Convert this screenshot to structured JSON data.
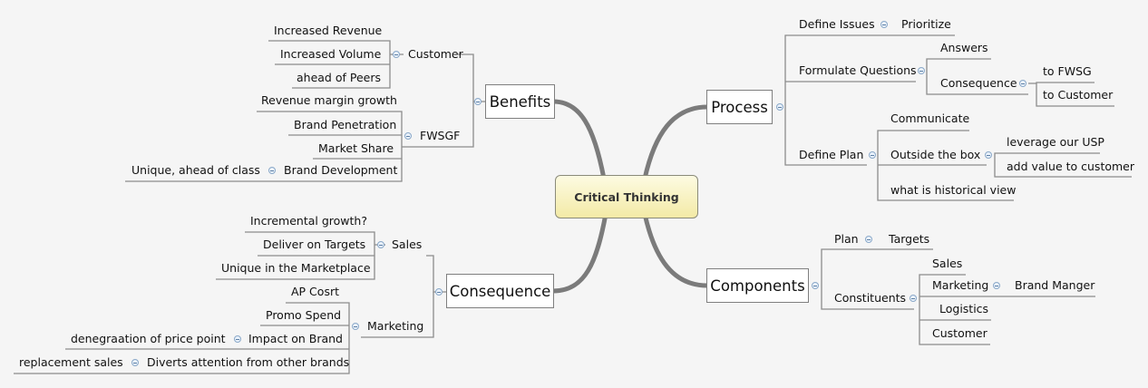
{
  "center": "Critical Thinking",
  "benefits": {
    "label": "Benefits",
    "customer": {
      "label": "Customer",
      "items": [
        "Increased Revenue",
        "Increased Volume",
        "ahead of Peers"
      ]
    },
    "fwsgf": {
      "label": "FWSGF",
      "items": [
        "Revenue margin growth",
        "Brand Penetration",
        "Market Share"
      ],
      "brand_development": {
        "label": "Brand Development",
        "items": [
          "Unique, ahead of class"
        ]
      }
    }
  },
  "consequence": {
    "label": "Consequence",
    "sales": {
      "label": "Sales",
      "items": [
        "Incremental growth?",
        "Deliver on Targets",
        "Unique in the Marketplace"
      ]
    },
    "marketing": {
      "label": "Marketing",
      "items": [
        "AP Cosrt",
        "Promo Spend"
      ],
      "impact": {
        "label": "Impact on Brand",
        "items": [
          "denegraation of price point"
        ]
      },
      "diverts": {
        "label": "Diverts attention from other brands",
        "items": [
          "replacement sales"
        ]
      }
    }
  },
  "process": {
    "label": "Process",
    "define_issues": {
      "label": "Define Issues",
      "items": [
        "Prioritize"
      ]
    },
    "formulate": {
      "label": "Formulate Questions",
      "answers": "Answers",
      "consequence": {
        "label": "Consequence",
        "items": [
          "to FWSG",
          "to Customer"
        ]
      }
    },
    "define_plan": {
      "label": "Define Plan",
      "communicate": "Communicate",
      "outside": {
        "label": "Outside the box",
        "items": [
          "leverage our USP",
          "add value to customer"
        ]
      },
      "historical": "what is historical view"
    }
  },
  "components": {
    "label": "Components",
    "plan": {
      "label": "Plan",
      "items": [
        "Targets"
      ]
    },
    "constituents": {
      "label": "Constituents",
      "sales": "Sales",
      "marketing": {
        "label": "Marketing",
        "items": [
          "Brand Manger"
        ]
      },
      "logistics": "Logistics",
      "customer": "Customer"
    }
  }
}
